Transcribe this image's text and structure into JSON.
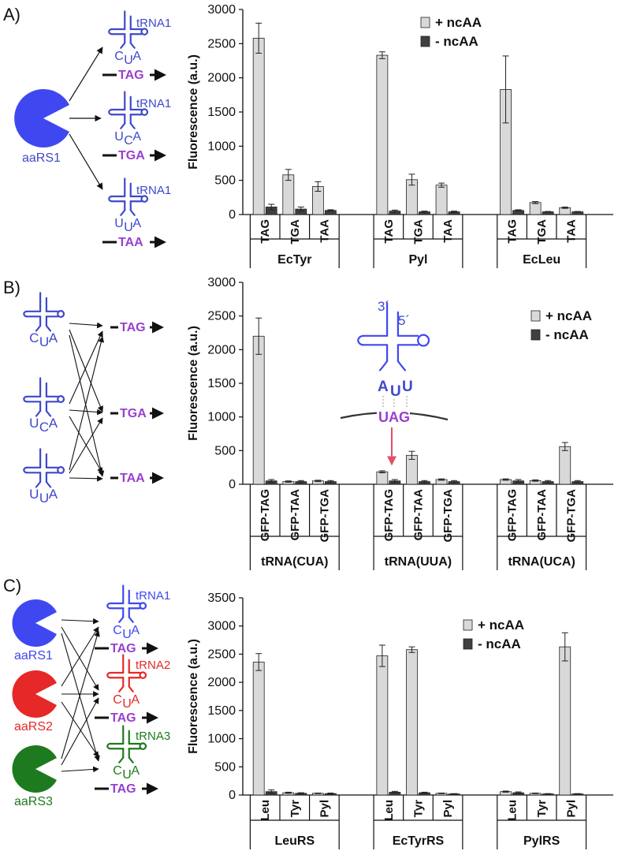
{
  "panels": {
    "A": {
      "label": "A)",
      "enzyme": "aaRS1",
      "trnas": [
        {
          "name": "tRNA1",
          "anticodon_left": "C",
          "anticodon_mid": "U",
          "anticodon_right": "A",
          "codon": "TAG"
        },
        {
          "name": "tRNA1",
          "anticodon_left": "U",
          "anticodon_mid": "C",
          "anticodon_right": "A",
          "codon": "TGA"
        },
        {
          "name": "tRNA1",
          "anticodon_left": "U",
          "anticodon_mid": "U",
          "anticodon_right": "A",
          "codon": "TAA"
        }
      ]
    },
    "B": {
      "label": "B)",
      "trnas": [
        {
          "anticodon_left": "C",
          "anticodon_mid": "U",
          "anticodon_right": "A"
        },
        {
          "anticodon_left": "U",
          "anticodon_mid": "C",
          "anticodon_right": "A"
        },
        {
          "anticodon_left": "U",
          "anticodon_mid": "U",
          "anticodon_right": "A"
        }
      ],
      "codons": [
        "TAG",
        "TGA",
        "TAA"
      ],
      "inset": {
        "three_prime": "3´",
        "five_prime": "5´",
        "anticodon": [
          "A",
          "U",
          "U"
        ],
        "mrna_codon": "UAG"
      }
    },
    "C": {
      "label": "C)",
      "pairs": [
        {
          "enzyme": "aaRS1",
          "trna": "tRNA1",
          "codon": "TAG",
          "color": "#3f48f0"
        },
        {
          "enzyme": "aaRS2",
          "trna": "tRNA2",
          "codon": "TAG",
          "color": "#e62828"
        },
        {
          "enzyme": "aaRS3",
          "trna": "tRNA3",
          "codon": "TAG",
          "color": "#1e7a1e"
        }
      ],
      "anticodon": [
        "C",
        "U",
        "A"
      ]
    }
  },
  "chart_data": [
    {
      "type": "bar",
      "ylabel": "Fluorescence (a.u.)",
      "ylim": [
        0,
        3000
      ],
      "yticks": [
        0,
        500,
        1000,
        1500,
        2000,
        2500,
        3000
      ],
      "groups": [
        {
          "name": "EcTyr",
          "categories": [
            "TAG",
            "TGA",
            "TAA"
          ]
        },
        {
          "name": "Pyl",
          "categories": [
            "TAG",
            "TGA",
            "TAA"
          ]
        },
        {
          "name": "EcLeu",
          "categories": [
            "TAG",
            "TGA",
            "TAA"
          ]
        }
      ],
      "series": [
        {
          "name": "+ ncAA",
          "color": "#d9d9d9",
          "values": [
            2580,
            580,
            410,
            2330,
            510,
            430,
            1830,
            175,
            100
          ],
          "errors": [
            220,
            80,
            70,
            50,
            80,
            30,
            490,
            15,
            10
          ]
        },
        {
          "name": "- ncAA",
          "color": "#404040",
          "values": [
            110,
            80,
            60,
            50,
            40,
            40,
            60,
            40,
            40
          ],
          "errors": [
            40,
            30,
            10,
            15,
            10,
            10,
            10,
            5,
            5
          ]
        }
      ],
      "legend": "top-right"
    },
    {
      "type": "bar",
      "ylabel": "Fluorescence (a.u.)",
      "ylim": [
        0,
        3000
      ],
      "yticks": [
        0,
        500,
        1000,
        1500,
        2000,
        2500,
        3000
      ],
      "groups": [
        {
          "name": "tRNA(CUA)",
          "categories": [
            "GFP-TAG",
            "GFP-TAA",
            "GFP-TGA"
          ]
        },
        {
          "name": "tRNA(UUA)",
          "categories": [
            "GFP-TAG",
            "GFP-TAA",
            "GFP-TGA"
          ]
        },
        {
          "name": "tRNA(UCA)",
          "categories": [
            "GFP-TAG",
            "GFP-TAA",
            "GFP-TGA"
          ]
        }
      ],
      "series": [
        {
          "name": "+ ncAA",
          "color": "#d9d9d9",
          "values": [
            2200,
            40,
            50,
            185,
            430,
            70,
            70,
            55,
            560
          ],
          "errors": [
            270,
            10,
            10,
            15,
            60,
            10,
            10,
            10,
            60
          ]
        },
        {
          "name": "- ncAA",
          "color": "#404040",
          "values": [
            50,
            40,
            40,
            50,
            40,
            40,
            50,
            40,
            40
          ],
          "errors": [
            20,
            15,
            15,
            20,
            15,
            15,
            20,
            15,
            15
          ]
        }
      ],
      "legend": "top-right"
    },
    {
      "type": "bar",
      "ylabel": "Fluorescence (a.u.)",
      "ylim": [
        0,
        3500
      ],
      "yticks": [
        0,
        500,
        1000,
        1500,
        2000,
        2500,
        3000,
        3500
      ],
      "groups": [
        {
          "name": "LeuRS",
          "categories": [
            "Leu",
            "Tyr",
            "Pyl"
          ]
        },
        {
          "name": "EcTyrRS",
          "categories": [
            "Leu",
            "Tyr",
            "Pyl"
          ]
        },
        {
          "name": "PylRS",
          "categories": [
            "Leu",
            "Tyr",
            "Pyl"
          ]
        }
      ],
      "series": [
        {
          "name": "+ ncAA",
          "color": "#d9d9d9",
          "values": [
            2360,
            40,
            30,
            2470,
            2580,
            30,
            60,
            30,
            2630
          ],
          "errors": [
            150,
            10,
            5,
            190,
            50,
            5,
            10,
            5,
            250
          ]
        },
        {
          "name": "- ncAA",
          "color": "#404040",
          "values": [
            60,
            30,
            25,
            50,
            40,
            20,
            40,
            20,
            20
          ],
          "errors": [
            30,
            10,
            10,
            15,
            10,
            5,
            15,
            5,
            5
          ]
        }
      ],
      "legend": "top-right"
    }
  ]
}
